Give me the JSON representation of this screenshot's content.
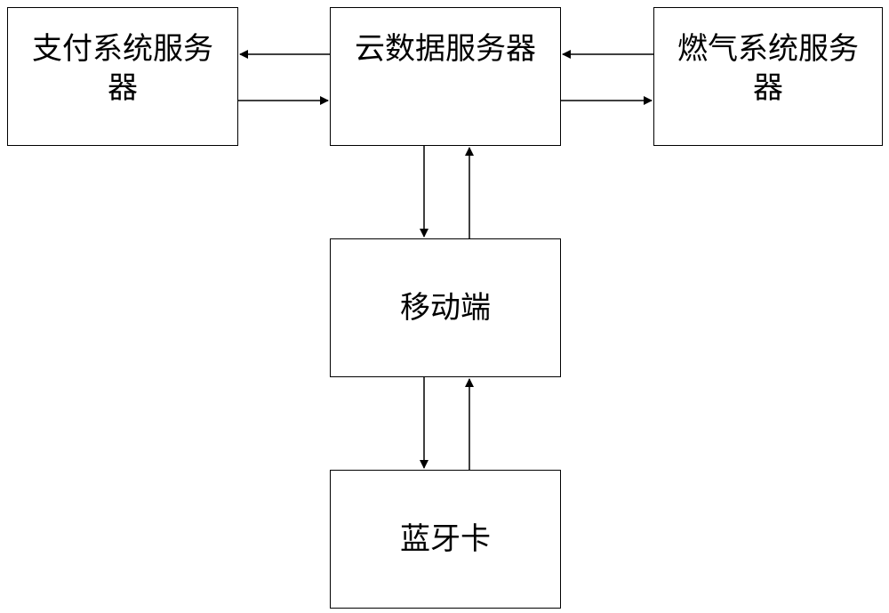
{
  "nodes": {
    "payment": "支付系统服务器",
    "cloud": "云数据服务器",
    "gas": "燃气系统服务器",
    "mobile": "移动端",
    "bluetooth": "蓝牙卡"
  },
  "edges": [
    {
      "from": "cloud",
      "to": "payment"
    },
    {
      "from": "payment",
      "to": "cloud"
    },
    {
      "from": "gas",
      "to": "cloud"
    },
    {
      "from": "cloud",
      "to": "gas"
    },
    {
      "from": "cloud",
      "to": "mobile"
    },
    {
      "from": "mobile",
      "to": "cloud"
    },
    {
      "from": "mobile",
      "to": "bluetooth"
    },
    {
      "from": "bluetooth",
      "to": "mobile"
    }
  ],
  "colors": {
    "stroke": "#000000",
    "background": "#ffffff"
  }
}
